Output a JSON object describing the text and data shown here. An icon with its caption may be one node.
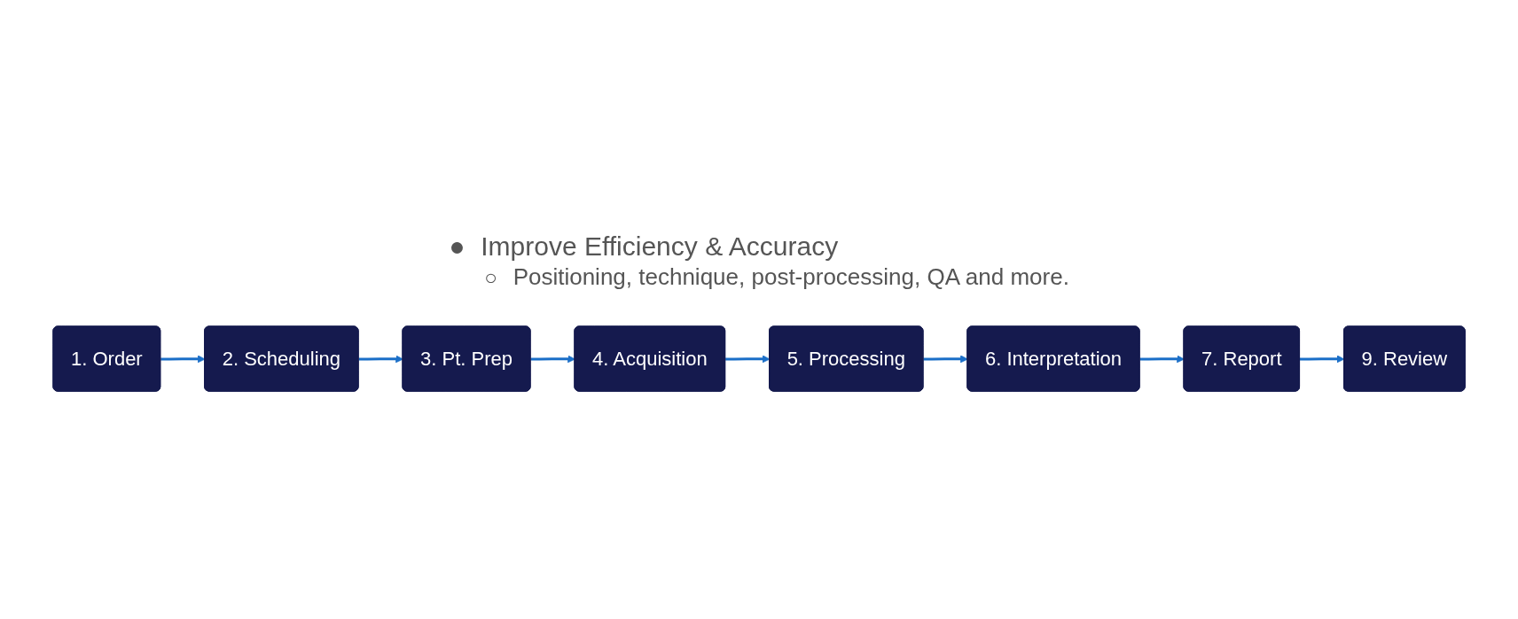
{
  "diagram": {
    "nodes": [
      {
        "text": [
          "1. Order"
        ]
      },
      {
        "text": [
          "2. Scheduling"
        ]
      },
      {
        "text": [
          "3. Pt. Prep"
        ]
      },
      {
        "text": [
          "4. Acquisition"
        ]
      },
      {
        "text": [
          "5. Processing"
        ]
      },
      {
        "text": [
          "6. Interpretation"
        ]
      },
      {
        "text": [
          "7. Report"
        ]
      },
      {
        "text": [
          "9. Review"
        ]
      }
    ],
    "edges": [
      {
        "from": 0,
        "to": 1,
        "arrow": "to"
      },
      {
        "from": 1,
        "to": 2,
        "arrow": "to"
      },
      {
        "from": 2,
        "to": 3,
        "arrow": "to"
      },
      {
        "from": 3,
        "to": 4,
        "arrow": "to"
      },
      {
        "from": 4,
        "to": 5,
        "arrow": "to"
      },
      {
        "from": 5,
        "to": 6,
        "arrow": "to"
      },
      {
        "from": 6,
        "to": 7,
        "arrow": "to"
      }
    ],
    "labels": [
      "●",
      "Improve Efficiency & Accuracy",
      "○",
      "Positioning, technique, post-processing, QA and more."
    ]
  }
}
